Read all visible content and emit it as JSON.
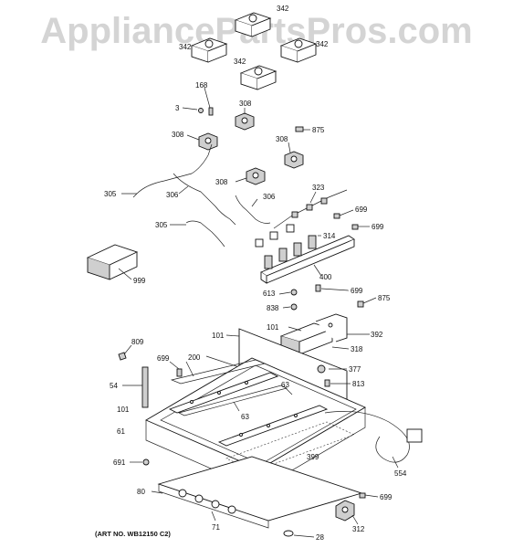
{
  "watermark": "AppliancePartsPros.com",
  "art_number": "(ART NO. WB12150 C2)",
  "callouts": {
    "c342a": "342",
    "c342b": "342",
    "c342c": "342",
    "c342d": "342",
    "c168": "168",
    "c3": "3",
    "c308a": "308",
    "c308b": "308",
    "c308c": "308",
    "c308d": "308",
    "c875a": "875",
    "c305a": "305",
    "c306a": "306",
    "c306b": "306",
    "c305b": "305",
    "c323": "323",
    "c699a": "699",
    "c699b": "699",
    "c314": "314",
    "c999": "999",
    "c400": "400",
    "c613": "613",
    "c699c": "699",
    "c875b": "875",
    "c838": "838",
    "c101a": "101",
    "c392": "392",
    "c101b": "101",
    "c318": "318",
    "c809": "809",
    "c699d": "699",
    "c200": "200",
    "c377": "377",
    "c813": "813",
    "c54": "54",
    "c63a": "63",
    "c63b": "63",
    "c101c": "101",
    "c61": "61",
    "c399": "399",
    "c554": "554",
    "c691": "691",
    "c80": "80",
    "c699e": "699",
    "c71": "71",
    "c312": "312",
    "c28": "28"
  }
}
